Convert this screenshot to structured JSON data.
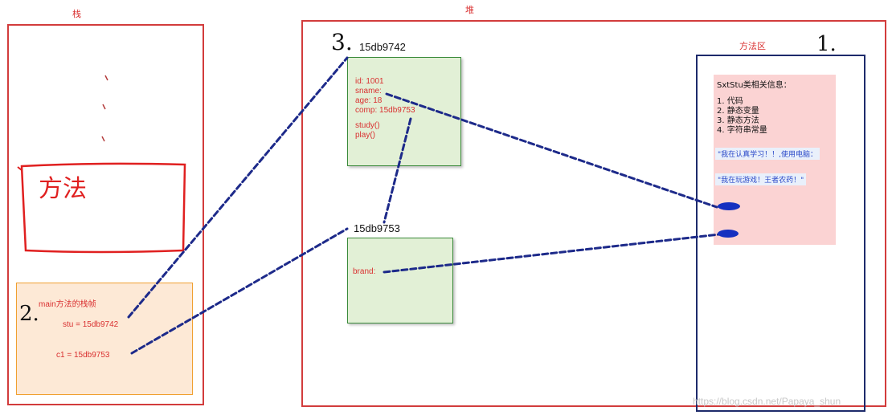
{
  "labels": {
    "stack": "栈",
    "heap": "堆",
    "method_area": "方法区"
  },
  "stack": {
    "frame_title": "main方法的栈帧",
    "var_stu": "stu = 15db9742",
    "var_c1": "c1 = 15db9753"
  },
  "heap": {
    "obj1": {
      "addr": "15db9742",
      "fields": [
        "id:  1001",
        "sname:",
        "age: 18",
        "comp: 15db9753"
      ],
      "methods": [
        "study()",
        "play()"
      ]
    },
    "obj2": {
      "addr": "15db9753",
      "fields": [
        "brand:"
      ]
    }
  },
  "method_area": {
    "title": "SxtStu类相关信息：",
    "items": [
      "1. 代码",
      "2. 静态变量",
      "3. 静态方法",
      "4. 字符串常量"
    ],
    "constants": [
      "\"我在认真学习！！,使用电脑：",
      "\"我在玩游戏！王者农药！\""
    ]
  },
  "annotations": {
    "num1": "1.",
    "num2": "2.",
    "num3": "3.",
    "handwritten": "方法"
  },
  "watermark": "https://blog.csdn.net/Papaya_shun",
  "colors": {
    "region_border": "#d23c3c",
    "method_area_border": "#1d2a6b",
    "arrow": "#1d2a8a",
    "object_fill": "#e2f0d6",
    "frame_fill": "#fde9d6",
    "pink_fill": "#fbd3d3",
    "text_red": "#d93030"
  }
}
